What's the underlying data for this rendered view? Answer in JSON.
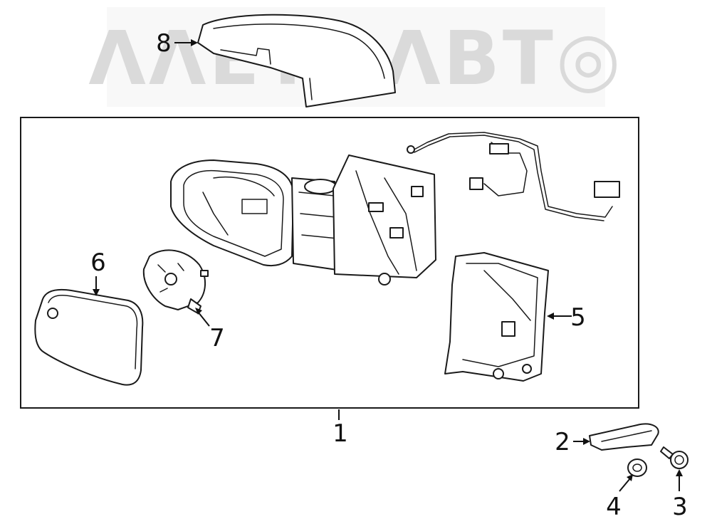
{
  "watermark": {
    "text": "ΛΛΕΤ◎ΛΒΤ◎",
    "color": "#c8c8c8"
  },
  "callouts": {
    "c1": "1",
    "c2": "2",
    "c3": "3",
    "c4": "4",
    "c5": "5",
    "c6": "6",
    "c7": "7",
    "c8": "8"
  },
  "colors": {
    "line": "#1a1a1a",
    "background": "#ffffff",
    "watermark": "#c8c8c8"
  }
}
